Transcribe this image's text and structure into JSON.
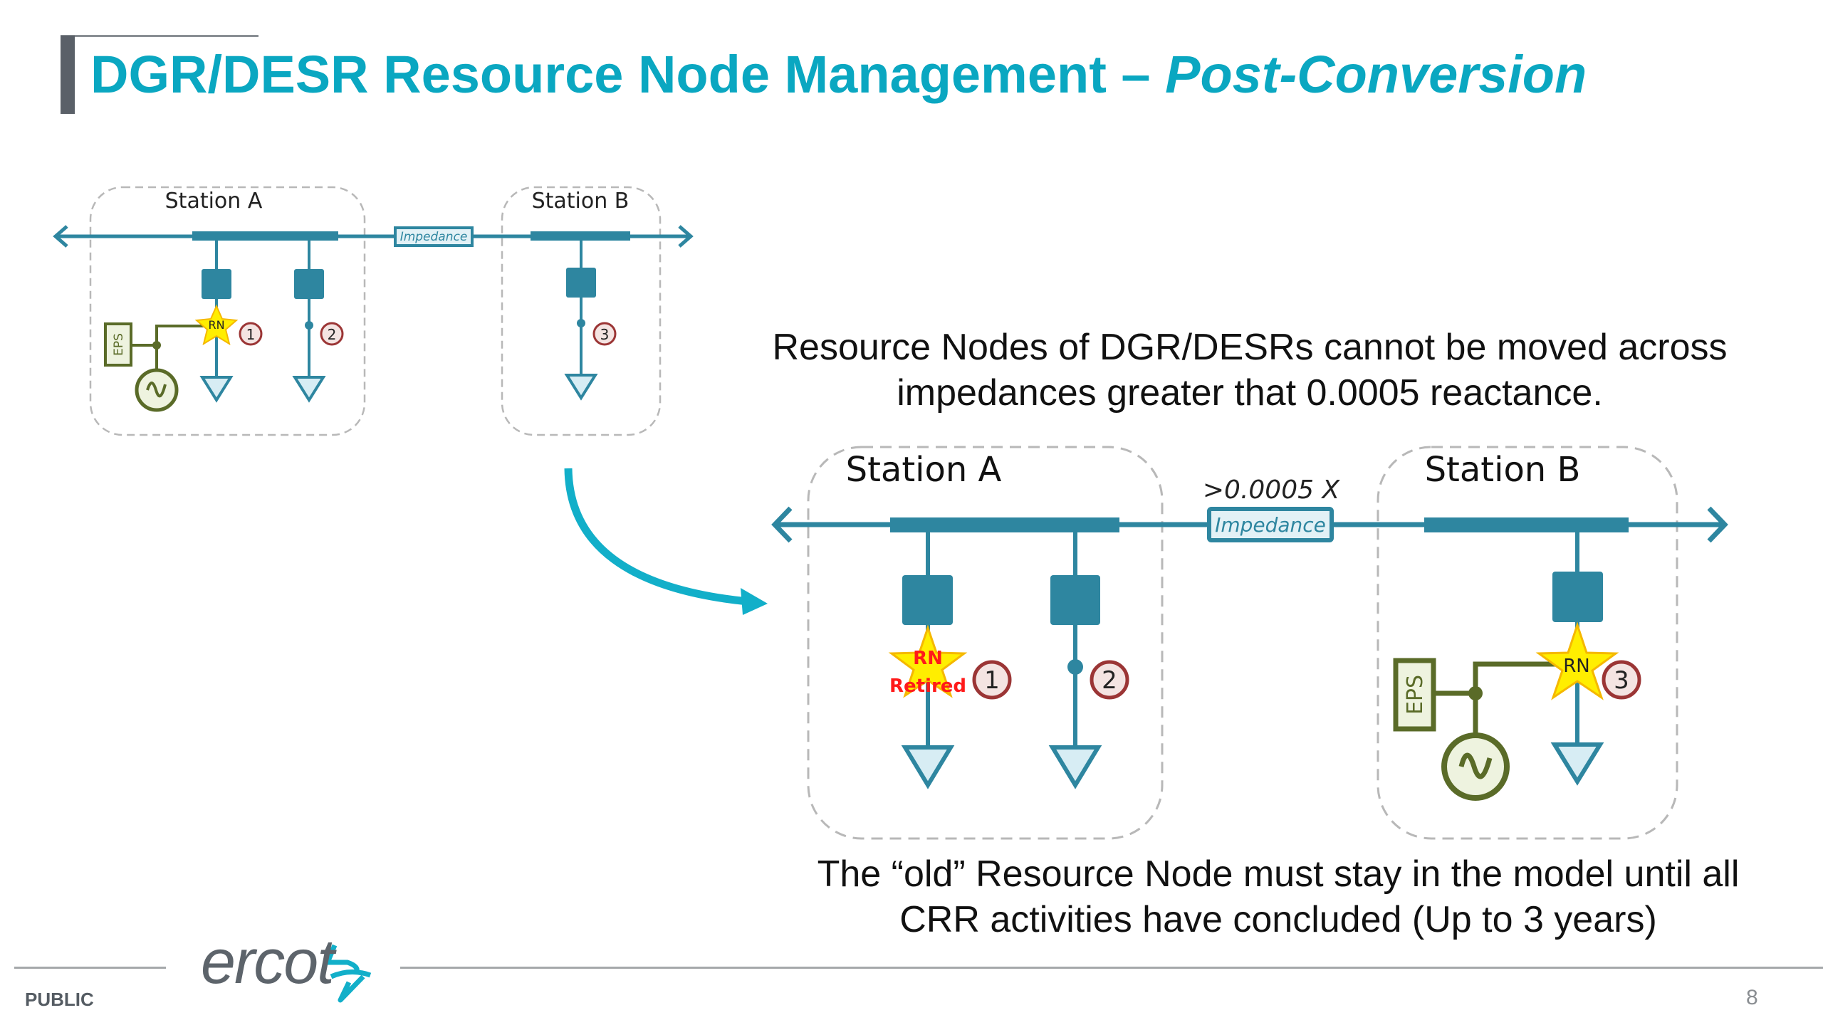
{
  "slide": {
    "title_main": "DGR/DESR Resource Node Management – ",
    "title_italic": "Post-Conversion",
    "page_number": "8",
    "classification": "PUBLIC",
    "logo_text": "ercot"
  },
  "colors": {
    "accent": "#0aa7c1",
    "network": "#2e86a0",
    "generator": "#5a6b28",
    "rn_star": "#ffee00",
    "retired": "#ff1a1a",
    "badge_border": "#9b3535"
  },
  "text": {
    "para1_line1": "Resource Nodes of DGR/DESRs cannot be moved across",
    "para1_line2": "impedances greater that 0.0005 reactance.",
    "para2_line1": "The “old” Resource Node must stay in the model until all",
    "para2_line2": "CRR activities have concluded (Up to 3 years)"
  },
  "diagram_before": {
    "station_a": "Station A",
    "station_b": "Station B",
    "impedance": "Impedance",
    "eps": "EPS",
    "rn": "RN",
    "badges": [
      "1",
      "2",
      "3"
    ]
  },
  "diagram_after": {
    "station_a": "Station A",
    "station_b": "Station B",
    "impedance": "Impedance",
    "impedance_value": ">0.0005 X",
    "eps": "EPS",
    "rn": "RN",
    "rn_retired_line1": "RN",
    "rn_retired_line2": "Retired",
    "badges": [
      "1",
      "2",
      "3"
    ]
  }
}
